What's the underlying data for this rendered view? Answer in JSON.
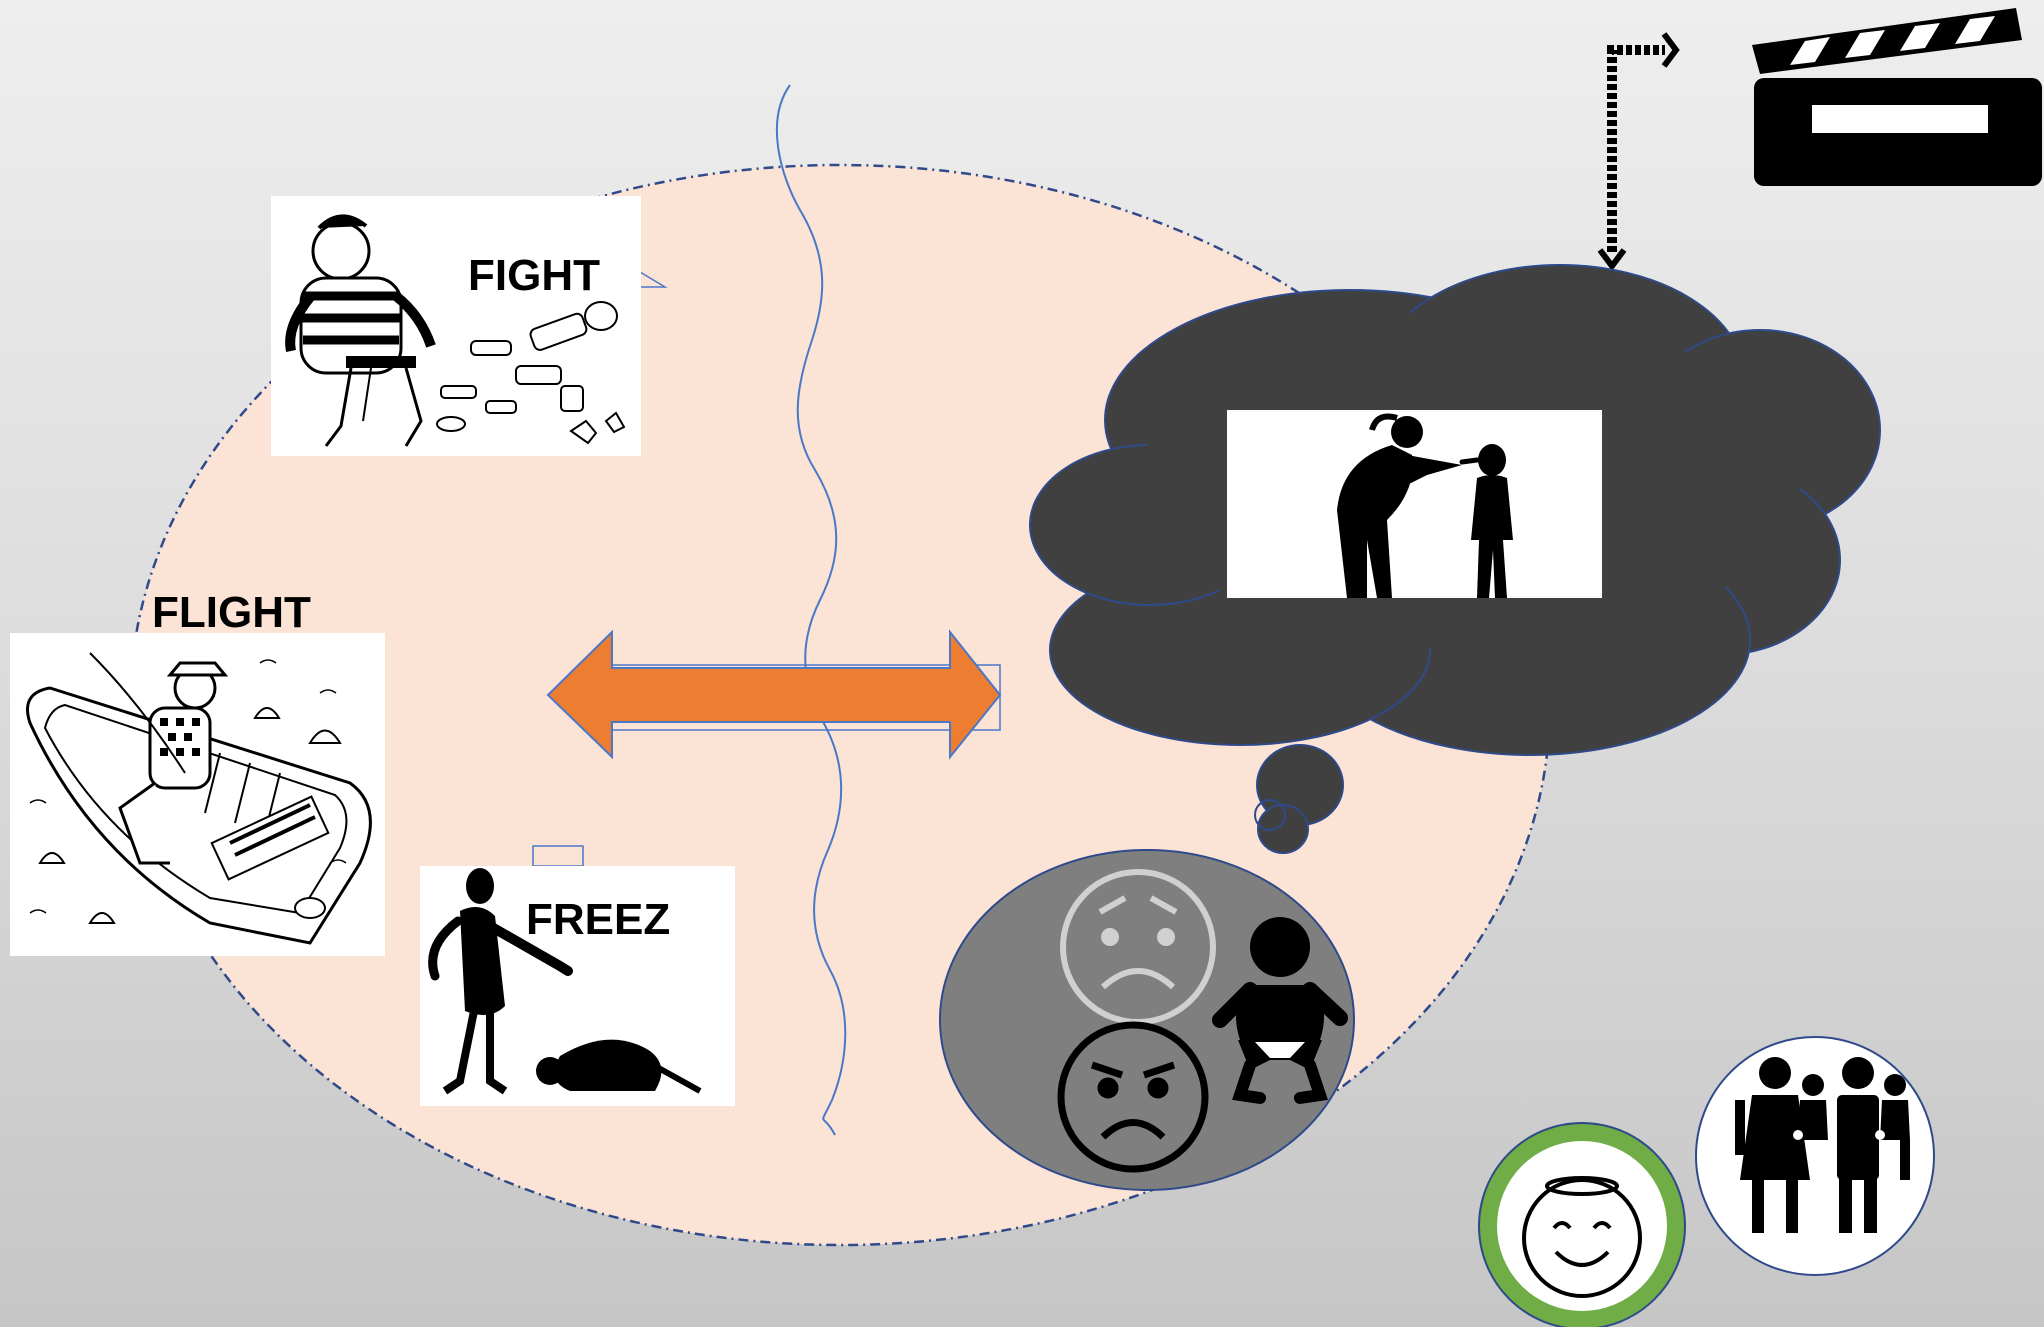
{
  "labels": {
    "fight": "FIGHT",
    "flight": "FLIGHT",
    "freeze": "FREEZ"
  },
  "colors": {
    "ellipse_fill": "#fbe3d6",
    "ellipse_border": "#2f4a8a",
    "wave_line": "#4a78c8",
    "arrow_fill": "#ed7d31",
    "thought_cloud": "#404040",
    "emotion_bubble": "#7f7f7f",
    "halo_ring": "#70ad47"
  },
  "icons": {
    "clapperboard": "clapperboard-icon",
    "projector_arrow": "bent-double-arrow-icon",
    "scolding_scene": "scolding-parent-child-icon",
    "sad_face": "sad-face-icon",
    "angry_face": "angry-face-icon",
    "baby": "baby-icon",
    "angel_face": "angel-smile-icon",
    "family": "family-carrying-children-icon"
  }
}
